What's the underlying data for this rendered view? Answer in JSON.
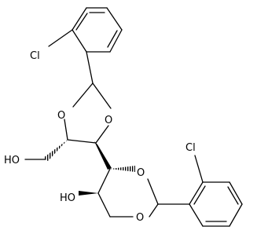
{
  "structure": {
    "atom_labels": {
      "cl_top": "Cl",
      "cl_right": "Cl",
      "o_dioxolane_left": "O",
      "o_dioxolane_right": "O",
      "o_dioxane_top": "O",
      "o_dioxane_bottom": "O",
      "ho_left": "HO",
      "ho_bottom": "HO"
    }
  }
}
